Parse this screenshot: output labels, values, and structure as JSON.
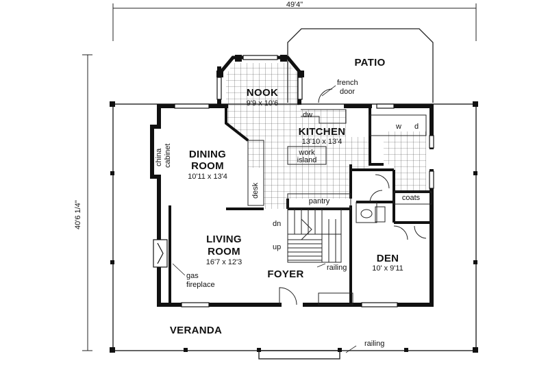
{
  "overall": {
    "width": "49'4\"",
    "depth": "40'6 1/4\""
  },
  "rooms": {
    "nook": {
      "name": "NOOK",
      "size": "9'9 x 10'6"
    },
    "kitchen": {
      "name": "KITCHEN",
      "size": "13'10 x 13'4"
    },
    "dining": {
      "name_line1": "DINING",
      "name_line2": "ROOM",
      "size": "10'11 x 13'4"
    },
    "living": {
      "name_line1": "LIVING",
      "name_line2": "ROOM",
      "size": "16'7 x 12'3"
    },
    "den": {
      "name": "DEN",
      "size": "10' x 9'11"
    },
    "foyer": {
      "name": "FOYER"
    },
    "patio": {
      "name": "PATIO"
    },
    "veranda": {
      "name": "VERANDA"
    }
  },
  "labels": {
    "french_door_1": "french",
    "french_door_2": "door",
    "dw": "dw",
    "work_island_1": "work",
    "work_island_2": "island",
    "pantry": "pantry",
    "coats": "coats",
    "china_1": "china",
    "china_2": "cabinet",
    "desk": "desk",
    "dn": "dn",
    "up": "up",
    "railing_interior": "railing",
    "railing_exterior": "railing",
    "gas_1": "gas",
    "gas_2": "fireplace",
    "washer": "w",
    "dryer": "d"
  }
}
